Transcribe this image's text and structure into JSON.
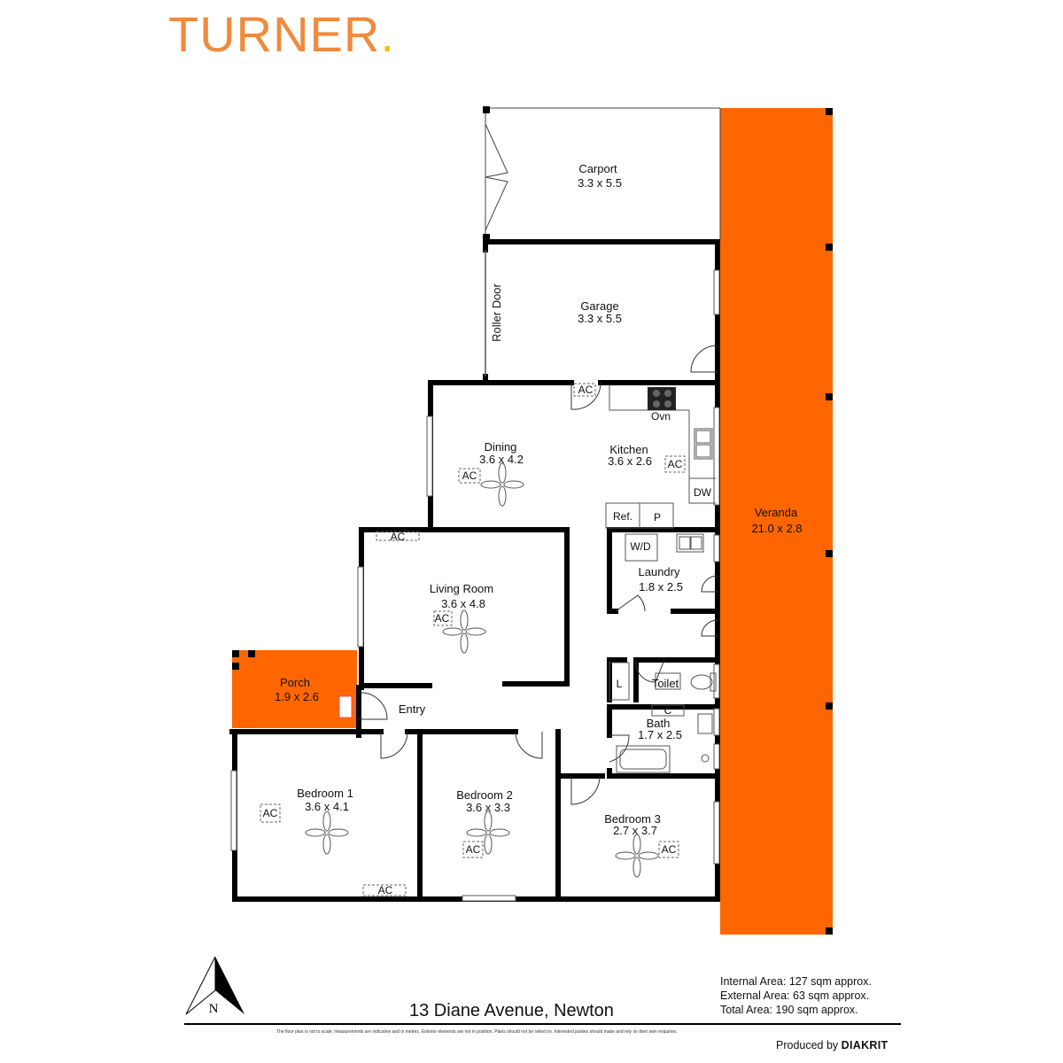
{
  "brand": {
    "name": "TURNER",
    "dot": "."
  },
  "rooms": {
    "carport": {
      "name": "Carport",
      "dims": "3.3 x 5.5"
    },
    "garage": {
      "name": "Garage",
      "dims": "3.3 x 5.5"
    },
    "roller_door": "Roller Door",
    "dining": {
      "name": "Dining",
      "dims": "3.6 x 4.2"
    },
    "kitchen": {
      "name": "Kitchen",
      "dims": "3.6 x 2.6"
    },
    "veranda": {
      "name": "Veranda",
      "dims": "21.0 x 2.8"
    },
    "living": {
      "name": "Living Room",
      "dims": "3.6 x 4.8"
    },
    "laundry": {
      "name": "Laundry",
      "dims": "1.8 x 2.5"
    },
    "porch": {
      "name": "Porch",
      "dims": "1.9 x 2.6"
    },
    "entry": {
      "name": "Entry"
    },
    "toilet": {
      "name": "Toilet"
    },
    "bath": {
      "name": "Bath",
      "dims": "1.7 x 2.5"
    },
    "bedroom1": {
      "name": "Bedroom 1",
      "dims": "3.6 x 4.1"
    },
    "bedroom2": {
      "name": "Bedroom 2",
      "dims": "3.6 x 3.3"
    },
    "bedroom3": {
      "name": "Bedroom 3",
      "dims": "2.7 x 3.7"
    }
  },
  "fixtures": {
    "ac": "AC",
    "oven": "Ovn",
    "dishwasher": "DW",
    "fridge": "Ref.",
    "pantry": "P",
    "washer_dryer": "W/D",
    "linen": "L",
    "cupboard": "C"
  },
  "compass": {
    "north": "N"
  },
  "address": "13 Diane Avenue, Newton",
  "areas": {
    "internal": "Internal Area: 127 sqm approx.",
    "external": "External Area: 63 sqm approx.",
    "total": "Total Area: 190 sqm approx."
  },
  "credit": {
    "prefix": "Produced by",
    "company": "DIAKRIT"
  },
  "disclaimer": "The floor plan is not to scale; measurements are indicative and in metres. Exterior elements are not in position. Plans should not be relied on. Interested parties should make and rely on their own enquiries.",
  "colors": {
    "veranda": "#ff6600",
    "porch": "#ff6600",
    "logo": "#f08a3c",
    "logo_dot": "#f2c200",
    "wall": "#000000"
  }
}
